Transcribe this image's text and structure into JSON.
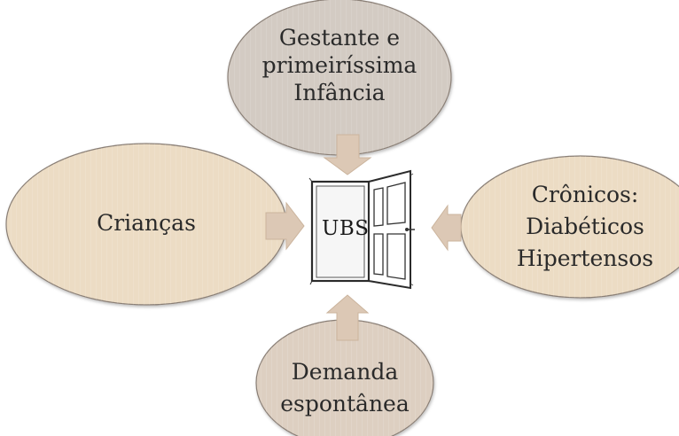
{
  "center": {
    "label": "UBS",
    "icon": "open-door-icon"
  },
  "nodes": {
    "top": {
      "lines": [
        "Gestante e",
        "primeiríssima",
        "Infância"
      ],
      "fill": "#d3cbc3"
    },
    "left": {
      "lines": [
        "Crianças"
      ],
      "fill": "#ecdcc4"
    },
    "right": {
      "lines": [
        "Crônicos:",
        "Diabéticos",
        "Hipertensos"
      ],
      "fill": "#ecdcc4"
    },
    "bottom": {
      "lines": [
        "Demanda",
        "espontânea"
      ],
      "fill": "#ddcfc1"
    }
  },
  "colors": {
    "arrow_fill": "#dcc8b5",
    "arrow_stroke": "#cbb49d",
    "node_stroke": "#8a7f76"
  }
}
